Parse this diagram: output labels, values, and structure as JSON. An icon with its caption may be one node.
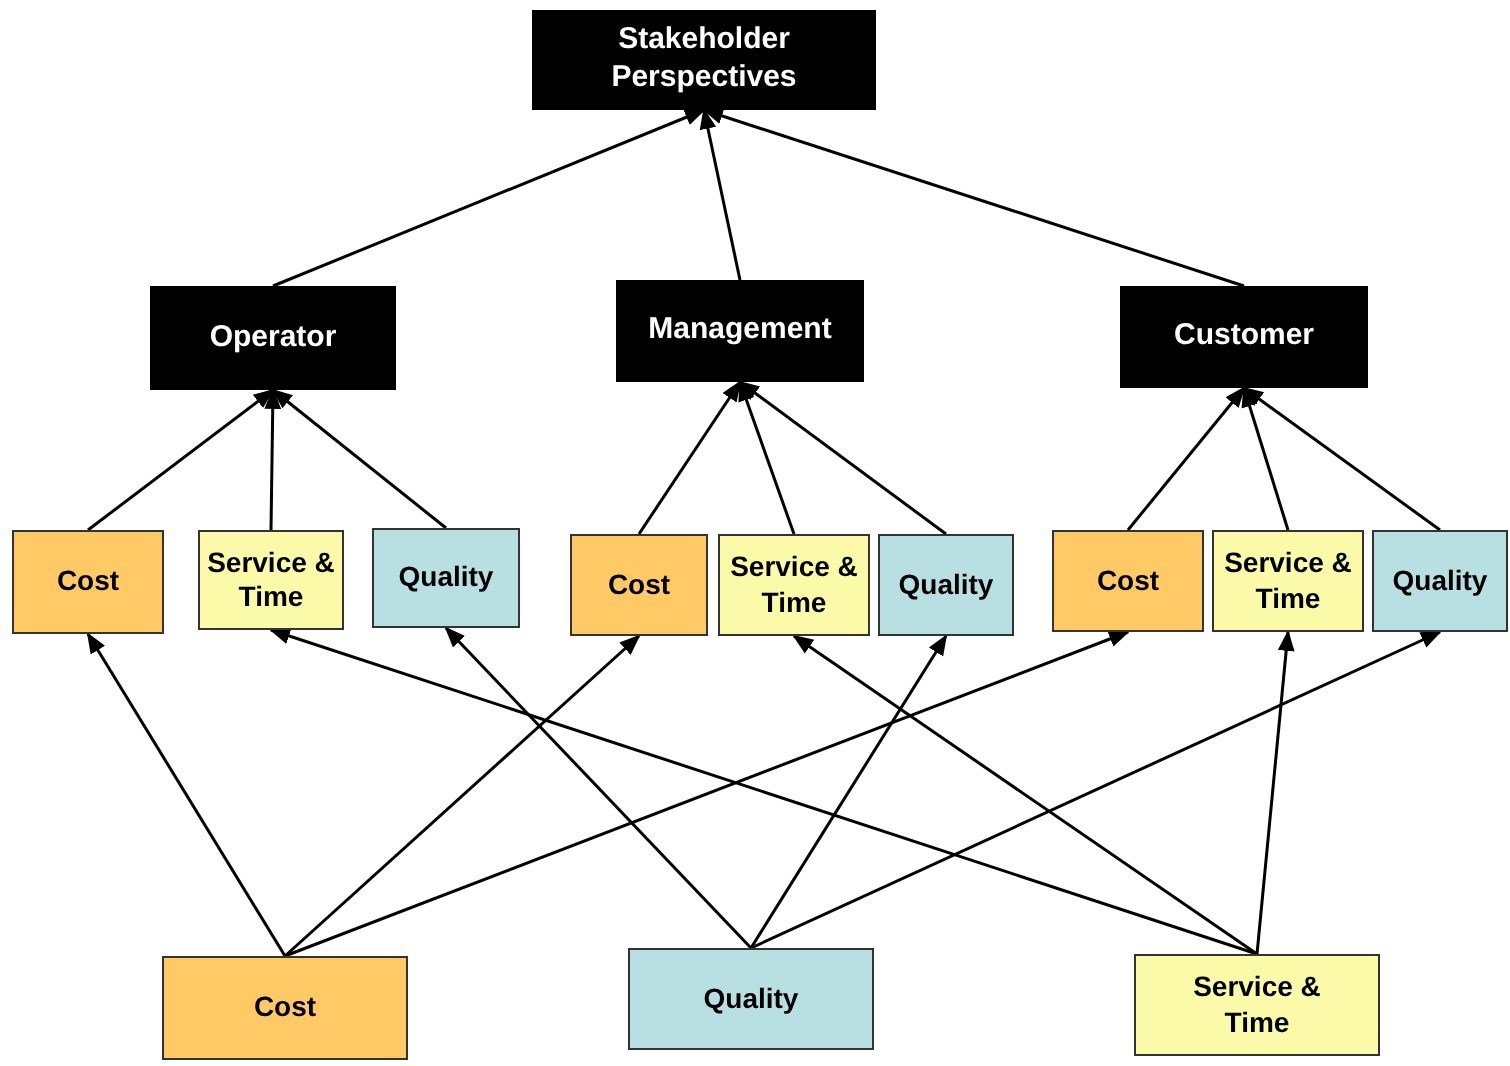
{
  "diagram": {
    "nodes": [
      {
        "text": [
          "Stakeholder Perspectives"
        ]
      },
      {
        "text": [
          "Operator"
        ]
      },
      {
        "text": [
          "Management"
        ]
      },
      {
        "text": [
          "Customer"
        ]
      },
      {
        "text": [
          "Cost"
        ]
      },
      {
        "text": [
          "Service & Time"
        ]
      },
      {
        "text": [
          "Quality"
        ]
      },
      {
        "text": [
          "Cost"
        ]
      },
      {
        "text": [
          "Service & Time"
        ]
      },
      {
        "text": [
          "Quality"
        ]
      },
      {
        "text": [
          "Cost"
        ]
      },
      {
        "text": [
          "Service & Time"
        ]
      },
      {
        "text": [
          "Quality"
        ]
      },
      {
        "text": [
          "Cost"
        ]
      },
      {
        "text": [
          "Quality"
        ]
      },
      {
        "text": [
          "Service & Time"
        ]
      }
    ],
    "edges": [
      {
        "from": 1,
        "to": 0,
        "arrow": "to"
      },
      {
        "from": 2,
        "to": 0,
        "arrow": "to"
      },
      {
        "from": 3,
        "to": 0,
        "arrow": "to"
      },
      {
        "from": 4,
        "to": 1,
        "arrow": "to"
      },
      {
        "from": 5,
        "to": 1,
        "arrow": "to"
      },
      {
        "from": 6,
        "to": 1,
        "arrow": "to"
      },
      {
        "from": 7,
        "to": 2,
        "arrow": "to"
      },
      {
        "from": 8,
        "to": 2,
        "arrow": "to"
      },
      {
        "from": 9,
        "to": 2,
        "arrow": "to"
      },
      {
        "from": 10,
        "to": 3,
        "arrow": "to"
      },
      {
        "from": 11,
        "to": 3,
        "arrow": "to"
      },
      {
        "from": 12,
        "to": 3,
        "arrow": "to"
      },
      {
        "from": 13,
        "to": 4,
        "arrow": "to"
      },
      {
        "from": 13,
        "to": 7,
        "arrow": "to"
      },
      {
        "from": 13,
        "to": 10,
        "arrow": "to"
      },
      {
        "from": 14,
        "to": 6,
        "arrow": "to"
      },
      {
        "from": 14,
        "to": 9,
        "arrow": "to"
      },
      {
        "from": 14,
        "to": 12,
        "arrow": "to"
      },
      {
        "from": 15,
        "to": 5,
        "arrow": "to"
      },
      {
        "from": 15,
        "to": 8,
        "arrow": "to"
      },
      {
        "from": 15,
        "to": 11,
        "arrow": "to"
      }
    ]
  }
}
